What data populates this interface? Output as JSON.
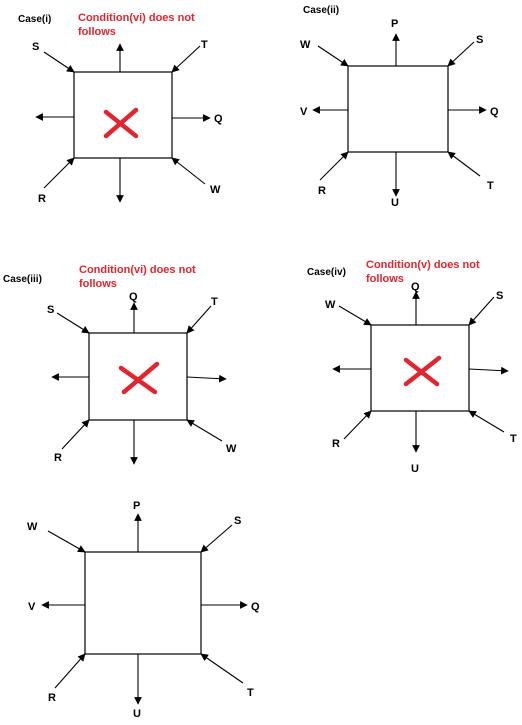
{
  "colors": {
    "note": "#e0262f",
    "cross": "#e0262f",
    "stroke": "#000000"
  },
  "panels": [
    {
      "case_label": "Case(i)",
      "note_lines": [
        "Condition(vi) does not",
        "follows"
      ],
      "crossed": true,
      "points": {
        "top_left": "S",
        "top_right": "T",
        "right": "Q",
        "bottom_right": "W",
        "bottom_left": "R",
        "top": "",
        "bottom": "",
        "left": ""
      }
    },
    {
      "case_label": "Case(ii)",
      "note_lines": [],
      "crossed": false,
      "points": {
        "top": "P",
        "top_left": "W",
        "top_right": "S",
        "left": "V",
        "right": "Q",
        "bottom_left": "R",
        "bottom": "U",
        "bottom_right": "T"
      }
    },
    {
      "case_label": "Case(iii)",
      "note_lines": [
        "Condition(vi) does not",
        "follows"
      ],
      "crossed": true,
      "points": {
        "top": "Q",
        "top_left": "S",
        "top_right": "T",
        "bottom_left": "R",
        "bottom_right": "W",
        "left": "",
        "right": "",
        "bottom": ""
      }
    },
    {
      "case_label": "Case(iv)",
      "note_lines": [
        "Condition(v) does not",
        "follows"
      ],
      "crossed": true,
      "points": {
        "top": "Q",
        "top_left": "W",
        "top_right": "S",
        "bottom": "U",
        "bottom_left": "R",
        "bottom_right": "T",
        "left": "",
        "right": ""
      }
    },
    {
      "case_label": "",
      "note_lines": [],
      "crossed": false,
      "points": {
        "top": "P",
        "top_left": "W",
        "top_right": "S",
        "left": "V",
        "right": "Q",
        "bottom_left": "R",
        "bottom": "U",
        "bottom_right": "T"
      }
    }
  ]
}
